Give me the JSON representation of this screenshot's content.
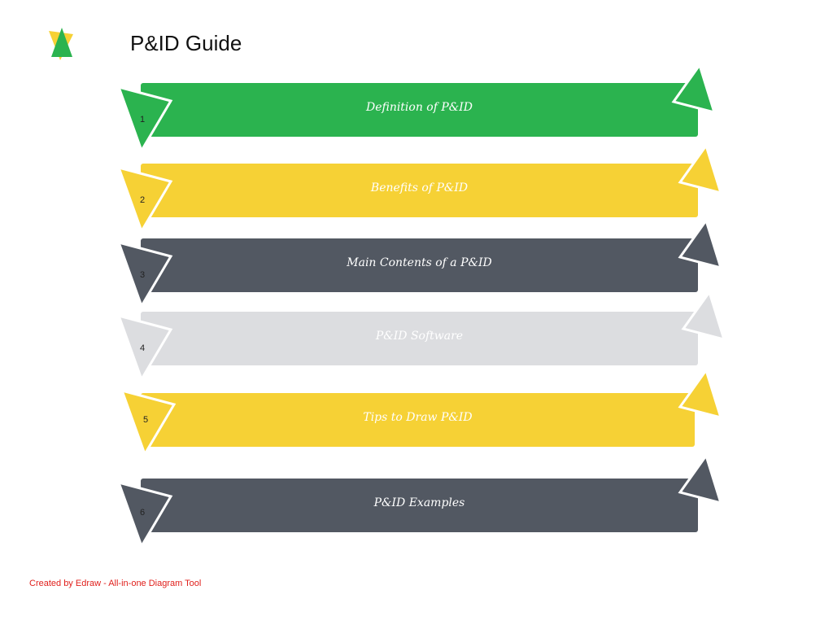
{
  "title": "P&ID Guide",
  "footer": "Created by Edraw - All-in-one Diagram Tool",
  "colors": {
    "green": "#2bb34f",
    "yellow": "#f6d135",
    "slate": "#525862",
    "light_gray": "#dcdde0",
    "footer_red": "#e0201c"
  },
  "steps": [
    {
      "number": "1",
      "label": "Definition of P&ID",
      "color": "#2bb34f"
    },
    {
      "number": "2",
      "label": "Benefits of P&ID",
      "color": "#f6d135"
    },
    {
      "number": "3",
      "label": "Main Contents of a P&ID",
      "color": "#525862"
    },
    {
      "number": "4",
      "label": "P&ID Software",
      "color": "#dcdde0"
    },
    {
      "number": "5",
      "label": "Tips to Draw P&ID",
      "color": "#f6d135"
    },
    {
      "number": "6",
      "label": "P&ID Examples",
      "color": "#525862"
    }
  ]
}
